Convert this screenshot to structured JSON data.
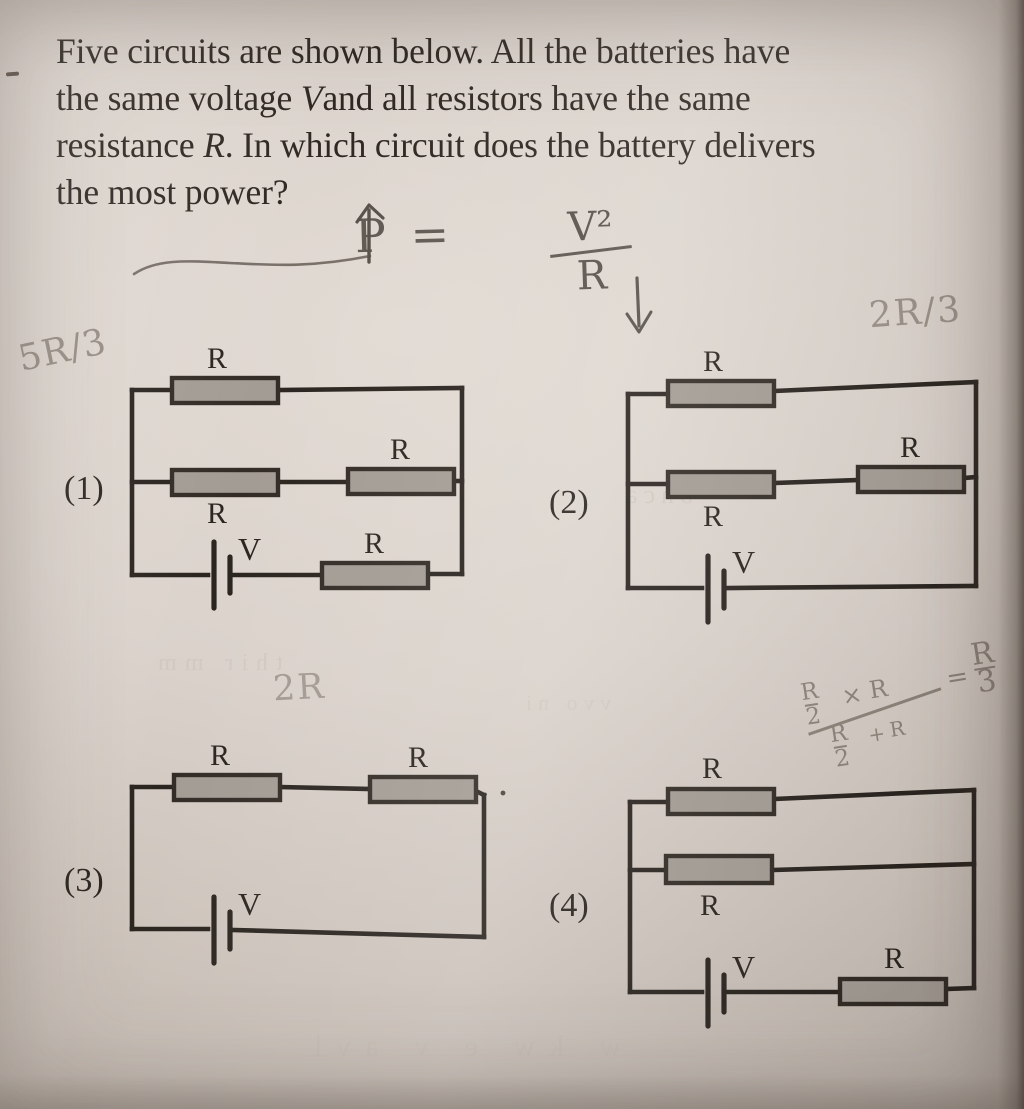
{
  "document": {
    "type": "physics-worksheet-photo",
    "margin_mark": "-",
    "question": {
      "lines": [
        "Five circuits are shown below.  All the batteries have",
        "the same voltage V and all resistors have the same",
        "resistance R. In which circuit does the battery delivers",
        "the most power?"
      ],
      "italic_symbols": [
        "V",
        "R"
      ]
    }
  },
  "annotations": {
    "formula": {
      "symbol": "P",
      "equals": "=",
      "numerator": "V²",
      "denominator": "R",
      "full": "P = V²/R",
      "up_arrow": "↑",
      "down_arrow": "↓"
    },
    "underline_under": "most power",
    "circuit1_value": "5R/3",
    "circuit2_value": "2R/3",
    "circuit3_value": "2R",
    "circuit4_work": {
      "numerator_left": "R/2",
      "times": "×",
      "numerator_right": "R",
      "denominator_left": "R/2",
      "plus": "+",
      "denominator_right": "R",
      "equals": "=",
      "result": "R/3",
      "full": "(R/2 × R)/(R/2 + R) = R/3"
    }
  },
  "colors": {
    "paper": "#dad2cb",
    "ink": "#2e2722",
    "pencil": "#8b8178",
    "resistor_fill": "#a29b93",
    "resistor_border": "#332c26",
    "wire": "#2b2520"
  },
  "circuits": [
    {
      "id": "circuit-1",
      "label": "(1)",
      "branches": [
        {
          "name": "top-branch",
          "resistors": [
            "R"
          ],
          "battery": null
        },
        {
          "name": "middle-branch",
          "resistors": [
            "R",
            "R"
          ],
          "battery": null
        },
        {
          "name": "bottom-branch",
          "resistors": [
            "R"
          ],
          "battery": "V"
        }
      ],
      "battery_label": "V",
      "resistor_label": "R"
    },
    {
      "id": "circuit-2",
      "label": "(2)",
      "branches": [
        {
          "name": "top-branch",
          "resistors": [
            "R"
          ],
          "battery": null
        },
        {
          "name": "middle-branch",
          "resistors": [
            "R",
            "R"
          ],
          "battery": null
        },
        {
          "name": "bottom-branch",
          "resistors": [],
          "battery": "V"
        }
      ],
      "battery_label": "V",
      "resistor_label": "R"
    },
    {
      "id": "circuit-3",
      "label": "(3)",
      "branches": [
        {
          "name": "top-branch",
          "resistors": [
            "R",
            "R"
          ],
          "battery": null
        },
        {
          "name": "bottom-branch",
          "resistors": [],
          "battery": "V"
        }
      ],
      "battery_label": "V",
      "resistor_label": "R"
    },
    {
      "id": "circuit-4",
      "label": "(4)",
      "branches": [
        {
          "name": "top-branch",
          "resistors": [
            "R"
          ],
          "battery": null
        },
        {
          "name": "middle-branch",
          "resistors": [
            "R"
          ],
          "battery": null
        },
        {
          "name": "bottom-branch",
          "resistors": [
            "R"
          ],
          "battery": "V"
        }
      ],
      "battery_label": "V",
      "resistor_label": "R"
    }
  ],
  "labels": {
    "R": "R",
    "V": "V"
  }
}
